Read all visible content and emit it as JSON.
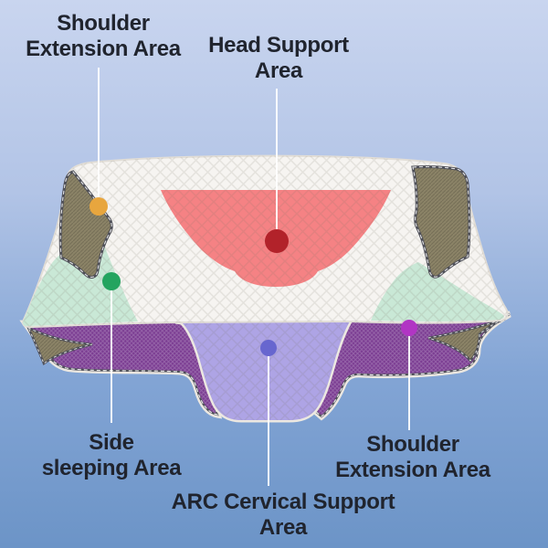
{
  "product": "Cervical contour pillow area diagram",
  "callouts": [
    {
      "id": "shoulder-extension-top-left",
      "line1": "Shoulder",
      "line2": "Extension Area",
      "marker": "shoulder_marker_top"
    },
    {
      "id": "head-support",
      "line1": "Head Support",
      "line2": "Area",
      "marker": "head_marker"
    },
    {
      "id": "side-sleeping",
      "line1": "Side",
      "line2": "sleeping Area",
      "marker": "side_marker"
    },
    {
      "id": "shoulder-extension-bottom-right",
      "line1": "Shoulder",
      "line2": "Extension Area",
      "marker": "shoulder_marker_bottom"
    },
    {
      "id": "arc-cervical-support",
      "line1": "ARC Cervical Support",
      "line2": "Area",
      "marker": "arc_marker"
    }
  ],
  "palette": {
    "bg_top": "#C9D5EF",
    "bg_mid1": "#B2C4E6",
    "bg_mid2": "#83A5D5",
    "bg_bottom": "#6C94C7",
    "pillow_white": "#F6F4F1",
    "piping": "#ECE8E1",
    "edge_line": "#E2DED7",
    "head_zone": "#F58284",
    "head_marker": "#B2222A",
    "side_zone": "#C9E8D6",
    "side_marker": "#23A45F",
    "arc_zone": "#AEA4E5",
    "arc_marker": "#6766CF",
    "mesh_purple": "#7C3E93",
    "corner_olive": "#8B8367",
    "corner_border": "#50515A",
    "shoulder_marker_top": "#E8A63E",
    "shoulder_marker_bottom": "#B135C4",
    "label_text": "#20242E",
    "callout_line": "#FFFFFF"
  }
}
